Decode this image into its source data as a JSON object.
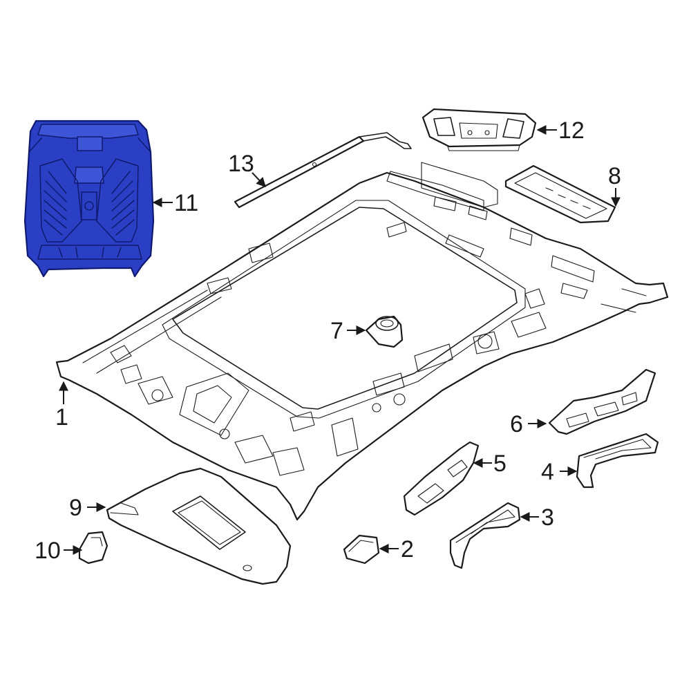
{
  "diagram": {
    "highlight_color": "#2a3fc4",
    "line_color": "#1a1a1a",
    "callouts": [
      {
        "id": "1",
        "label": "1"
      },
      {
        "id": "2",
        "label": "2"
      },
      {
        "id": "3",
        "label": "3"
      },
      {
        "id": "4",
        "label": "4"
      },
      {
        "id": "5",
        "label": "5"
      },
      {
        "id": "6",
        "label": "6"
      },
      {
        "id": "7",
        "label": "7"
      },
      {
        "id": "8",
        "label": "8"
      },
      {
        "id": "9",
        "label": "9"
      },
      {
        "id": "10",
        "label": "10"
      },
      {
        "id": "11",
        "label": "11"
      },
      {
        "id": "12",
        "label": "12"
      },
      {
        "id": "13",
        "label": "13"
      }
    ]
  }
}
